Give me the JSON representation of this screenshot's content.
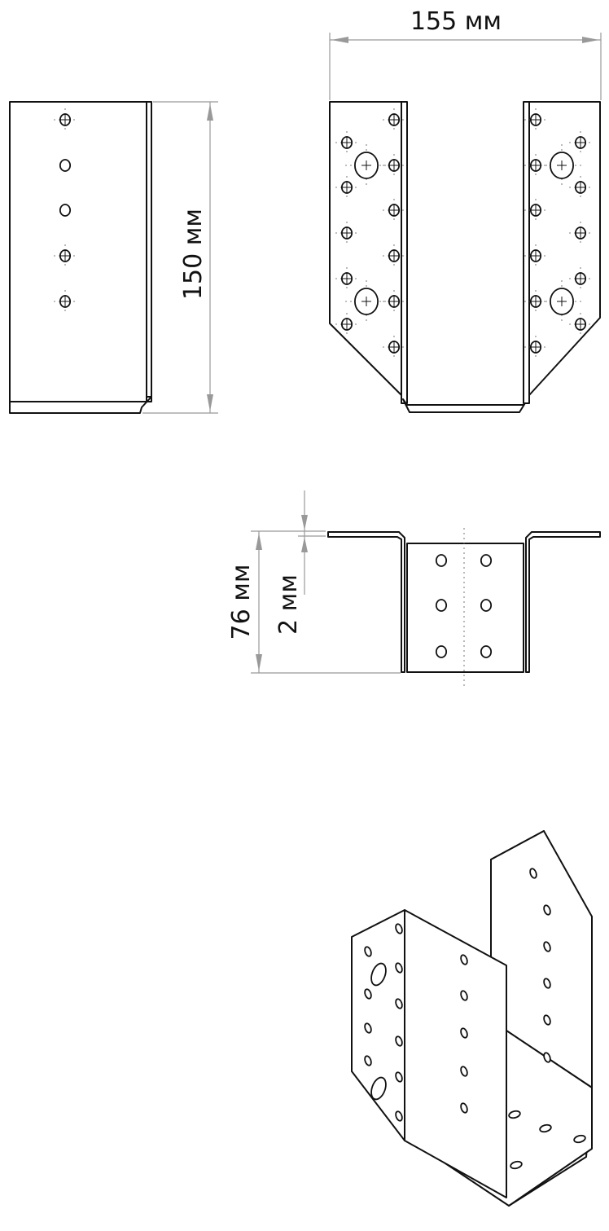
{
  "dimensions": {
    "width": "155 мм",
    "height": "150 мм",
    "depth": "76 мм",
    "thickness": "2 мм"
  },
  "colors": {
    "line": "#111111",
    "dimension": "#999999",
    "background": "#ffffff"
  }
}
